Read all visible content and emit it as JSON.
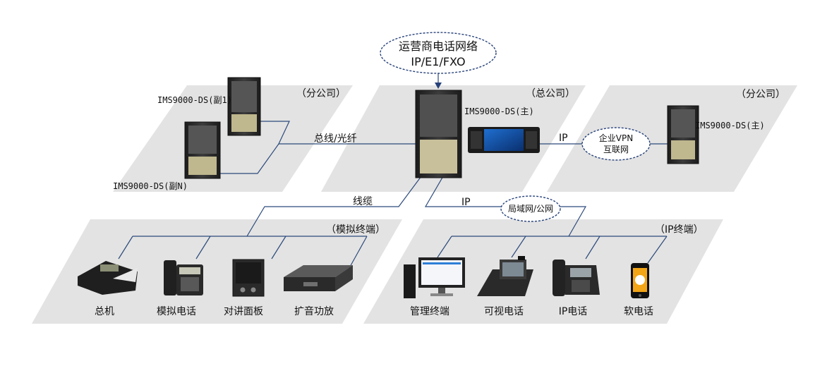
{
  "carrier_cloud": {
    "line1": "运营商电话网络",
    "line2": "IP/E1/FXO"
  },
  "branch_left": {
    "title": "（分公司）",
    "rack1_label": "IMS9000-DS(副1)",
    "rackN_label": "IMS9000-DS(副N)"
  },
  "hq": {
    "title": "（总公司）",
    "rack_label": "IMS9000-DS(主)"
  },
  "branch_right": {
    "title": "（分公司）",
    "rack_label": "IMS9000-DS(主)"
  },
  "links": {
    "bus_fiber": "总线/光纤",
    "ip_vpn": "IP",
    "cable": "线缆",
    "ip_lan": "IP"
  },
  "vpn_cloud": {
    "line1": "企业VPN",
    "line2": "互联网"
  },
  "lan_cloud": {
    "text": "局域网/公网"
  },
  "analog_group": {
    "title": "（模拟终端）",
    "devices": [
      "总机",
      "模拟电话",
      "对讲面板",
      "扩音功放"
    ]
  },
  "ip_group": {
    "title": "（IP终端）",
    "devices": [
      "管理终端",
      "可视电话",
      "IP电话",
      "软电话"
    ]
  },
  "colors": {
    "line": "#2c4a7c",
    "pane": "#e3e3e3",
    "rack": "#2e2e2e"
  },
  "icons": [
    "server-rack-icon",
    "operator-console-icon",
    "desk-phone-icon",
    "analog-phone-icon",
    "intercom-panel-icon",
    "amplifier-icon",
    "computer-icon",
    "video-phone-icon",
    "ip-phone-icon",
    "softphone-icon"
  ]
}
